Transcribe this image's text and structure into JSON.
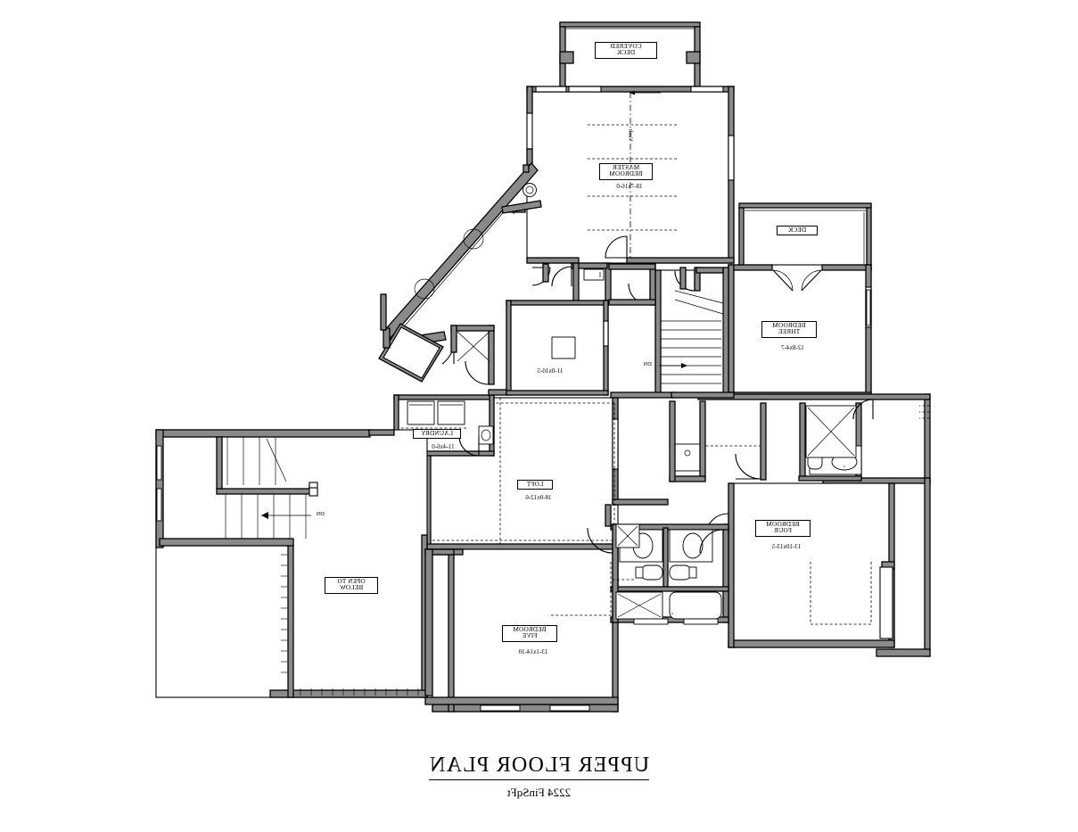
{
  "document": {
    "type": "architectural-floor-plan",
    "title": "UPPER FLOOR PLAN",
    "subtitle": "2224 FinSqFt",
    "orientation_note": "mirrored",
    "background_color": "#ffffff",
    "line_color": "#000000",
    "wall_fill": "#808080"
  },
  "rooms": [
    {
      "id": "covered-deck",
      "name_line1": "COVERED",
      "name_line2": "DECK",
      "dimension": ""
    },
    {
      "id": "master-bedroom",
      "name_line1": "MASTER",
      "name_line2": "BEDROOM",
      "dimension": "18-7x16-0"
    },
    {
      "id": "deck",
      "name_line1": "DECK",
      "name_line2": "",
      "dimension": ""
    },
    {
      "id": "bedroom-three",
      "name_line1": "BEDROOM",
      "name_line2": "THREE",
      "dimension": "12-8x4-7"
    },
    {
      "id": "bedroom-four",
      "name_line1": "BEDROOM",
      "name_line2": "FOUR",
      "dimension": "13-10x13-5"
    },
    {
      "id": "bedroom-five",
      "name_line1": "BEDROOM",
      "name_line2": "FIVE",
      "dimension": "13-1x14-10"
    },
    {
      "id": "loft",
      "name_line1": "LOFT",
      "name_line2": "",
      "dimension": "18-0x12-6"
    },
    {
      "id": "laundry",
      "name_line1": "LAUNDRY",
      "name_line2": "",
      "dimension": "11-4x6-0"
    },
    {
      "id": "bonus-room",
      "name_line1": "",
      "name_line2": "",
      "dimension": "11-0x10-5"
    },
    {
      "id": "open-to-below",
      "name_line1": "OPEN TO",
      "name_line2": "BELOW",
      "dimension": ""
    }
  ],
  "annotations": {
    "vault": "Vault",
    "stair_down_left": "DN",
    "stair_down_right": "DN"
  }
}
